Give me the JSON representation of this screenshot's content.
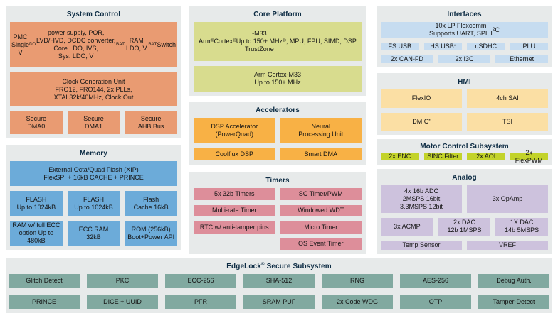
{
  "colors": {
    "section_bg": "#e7eaea",
    "title_text": "#0d2c44",
    "block_text": "#151515",
    "salmon": "#e99b72",
    "blue": "#6cabd9",
    "palegreen": "#d8dc8e",
    "orange": "#f8b145",
    "pink": "#dd8e9a",
    "lightblue": "#c6dcf0",
    "peach": "#fbdfa4",
    "chartreuse": "#c3d32a",
    "lavender": "#cdc2dd",
    "teal": "#81a9a0"
  },
  "sections": [
    {
      "id": "system-control",
      "title": "System Control",
      "block_color": "salmon",
      "rows": [
        {
          "blocks": [
            {
              "lines": [
                "PMC",
                "Single V~DD~ power supply, POR,",
                "LVD/HVD, DCDC converter, Core LDO, IVS,",
                "Sys. LDO, V~BAT~ RAM LDO, V~BAT~ Switch"
              ]
            }
          ]
        },
        {
          "blocks": [
            {
              "lines": [
                "Clock Generation Unit",
                "FRO12, FRO144, 2x PLLs,",
                "XTAL32k/40MHz, Clock Out"
              ]
            }
          ]
        },
        {
          "blocks": [
            {
              "lines": [
                "Secure",
                "DMA0"
              ]
            },
            {
              "lines": [
                "Secure",
                "DMA1"
              ]
            },
            {
              "lines": [
                "Secure",
                "AHB Bus"
              ]
            }
          ]
        }
      ]
    },
    {
      "id": "memory",
      "title": "Memory",
      "block_color": "blue",
      "rows": [
        {
          "blocks": [
            {
              "lines": [
                "External Octa/Quad Flash (XIP)",
                "FlexSPI + 16kB CACHE + PRINCE"
              ]
            }
          ]
        },
        {
          "blocks": [
            {
              "lines": [
                "FLASH",
                "Up to 1024kB"
              ]
            },
            {
              "lines": [
                "FLASH",
                "Up to 1024kB"
              ]
            },
            {
              "lines": [
                "Flash",
                "Cache 16kB"
              ]
            }
          ]
        },
        {
          "blocks": [
            {
              "lines": [
                "RAM w/ full ECC",
                "option Up to 480kB"
              ]
            },
            {
              "lines": [
                "ECC RAM",
                "32kB"
              ]
            },
            {
              "lines": [
                "ROM (256kB)",
                "Boot+Power API"
              ]
            }
          ]
        }
      ]
    },
    {
      "id": "core-platform",
      "title": "Core Platform",
      "block_color": "palegreen",
      "rows": [
        {
          "blocks": [
            {
              "lines": [
                "Arm^®^ Cortex^®^-M33",
                "Up to 150+ MHz",
                "TrustZone^®^, MPU, FPU, SIMD, DSP"
              ]
            }
          ]
        },
        {
          "blocks": [
            {
              "lines": [
                "Arm Cortex-M33",
                "Up to 150+ MHz"
              ]
            }
          ]
        }
      ]
    },
    {
      "id": "accelerators",
      "title": "Accelerators",
      "block_color": "orange",
      "rows": [
        {
          "blocks": [
            {
              "lines": [
                "DSP Accelerator",
                "(PowerQuad)"
              ]
            },
            {
              "lines": [
                "Neural",
                "Processing Unit"
              ]
            }
          ]
        },
        {
          "blocks": [
            {
              "lines": [
                "Coolflux DSP"
              ]
            },
            {
              "lines": [
                "Smart DMA"
              ]
            }
          ]
        }
      ]
    },
    {
      "id": "timers",
      "title": "Timers",
      "block_color": "pink",
      "rows": [
        {
          "blocks": [
            {
              "lines": [
                "5x 32b Timers"
              ]
            },
            {
              "lines": [
                "SC Timer/PWM"
              ]
            }
          ]
        },
        {
          "blocks": [
            {
              "lines": [
                "Multi-rate Timer"
              ]
            },
            {
              "lines": [
                "Windowed WDT"
              ]
            }
          ]
        },
        {
          "blocks": [
            {
              "lines": [
                "RTC w/ anti-tamper pins"
              ]
            },
            {
              "lines": [
                "Micro Timer"
              ]
            }
          ]
        },
        {
          "blocks": [
            null,
            {
              "lines": [
                "OS Event Timer"
              ]
            }
          ]
        }
      ]
    },
    {
      "id": "interfaces",
      "title": "Interfaces",
      "block_color": "lightblue",
      "rows": [
        {
          "blocks": [
            {
              "lines": [
                "10x LP Flexcomm",
                "Supports UART, SPI, I^2^C"
              ]
            }
          ]
        },
        {
          "blocks": [
            {
              "lines": [
                "FS USB"
              ]
            },
            {
              "lines": [
                "HS USB^*^"
              ]
            },
            {
              "lines": [
                "uSDHC"
              ]
            },
            {
              "lines": [
                "PLU"
              ]
            }
          ]
        },
        {
          "blocks": [
            {
              "lines": [
                "2x CAN-FD"
              ]
            },
            {
              "lines": [
                "2x I3C"
              ]
            },
            {
              "lines": [
                "Ethernet"
              ]
            }
          ]
        }
      ]
    },
    {
      "id": "hmi",
      "title": "HMI",
      "block_color": "peach",
      "rows": [
        {
          "blocks": [
            {
              "lines": [
                "FlexIO"
              ]
            },
            {
              "lines": [
                "4ch SAI"
              ]
            }
          ]
        },
        {
          "blocks": [
            {
              "lines": [
                "DMIC^*^"
              ]
            },
            {
              "lines": [
                "TSI"
              ]
            }
          ]
        }
      ]
    },
    {
      "id": "motor-control",
      "title": "Motor Control Subsystem",
      "block_color": "chartreuse",
      "rows": [
        {
          "blocks": [
            {
              "lines": [
                "2x ENC"
              ]
            },
            {
              "lines": [
                "SINC Filter"
              ]
            },
            {
              "lines": [
                "2x AOI"
              ]
            },
            {
              "lines": [
                "2x FlexPWM"
              ]
            }
          ]
        }
      ]
    },
    {
      "id": "analog",
      "title": "Analog",
      "block_color": "lavender",
      "rows": [
        {
          "blocks": [
            {
              "lines": [
                "4x 16b ADC",
                "2MSPS 16bit",
                "3.3MSPS 12bit"
              ]
            },
            {
              "lines": [
                "3x OpAmp"
              ]
            }
          ]
        },
        {
          "blocks": [
            {
              "lines": [
                "3x ACMP"
              ]
            },
            {
              "lines": [
                "2x DAC",
                "12b 1MSPS"
              ]
            },
            {
              "lines": [
                "1X DAC",
                "14b 5MSPS"
              ]
            }
          ]
        },
        {
          "blocks": [
            {
              "lines": [
                "Temp Sensor"
              ]
            },
            {
              "lines": [
                "VREF"
              ]
            }
          ]
        }
      ]
    },
    {
      "id": "edgelock",
      "title": "EdgeLock^®^ Secure Subsystem",
      "block_color": "teal",
      "rows": [
        {
          "blocks": [
            {
              "lines": [
                "Glitch Detect"
              ]
            },
            {
              "lines": [
                "PKC"
              ]
            },
            {
              "lines": [
                "ECC-256"
              ]
            },
            {
              "lines": [
                "SHA-512"
              ]
            },
            {
              "lines": [
                "RNG"
              ]
            },
            {
              "lines": [
                "AES-256"
              ]
            },
            {
              "lines": [
                "Debug Auth."
              ]
            }
          ]
        },
        {
          "blocks": [
            {
              "lines": [
                "PRINCE"
              ]
            },
            {
              "lines": [
                "DICE + UUID"
              ]
            },
            {
              "lines": [
                "PFR"
              ]
            },
            {
              "lines": [
                "SRAM PUF"
              ]
            },
            {
              "lines": [
                "2x Code WDG"
              ]
            },
            {
              "lines": [
                "OTP"
              ]
            },
            {
              "lines": [
                "Tamper-Detect"
              ]
            }
          ]
        }
      ]
    }
  ]
}
